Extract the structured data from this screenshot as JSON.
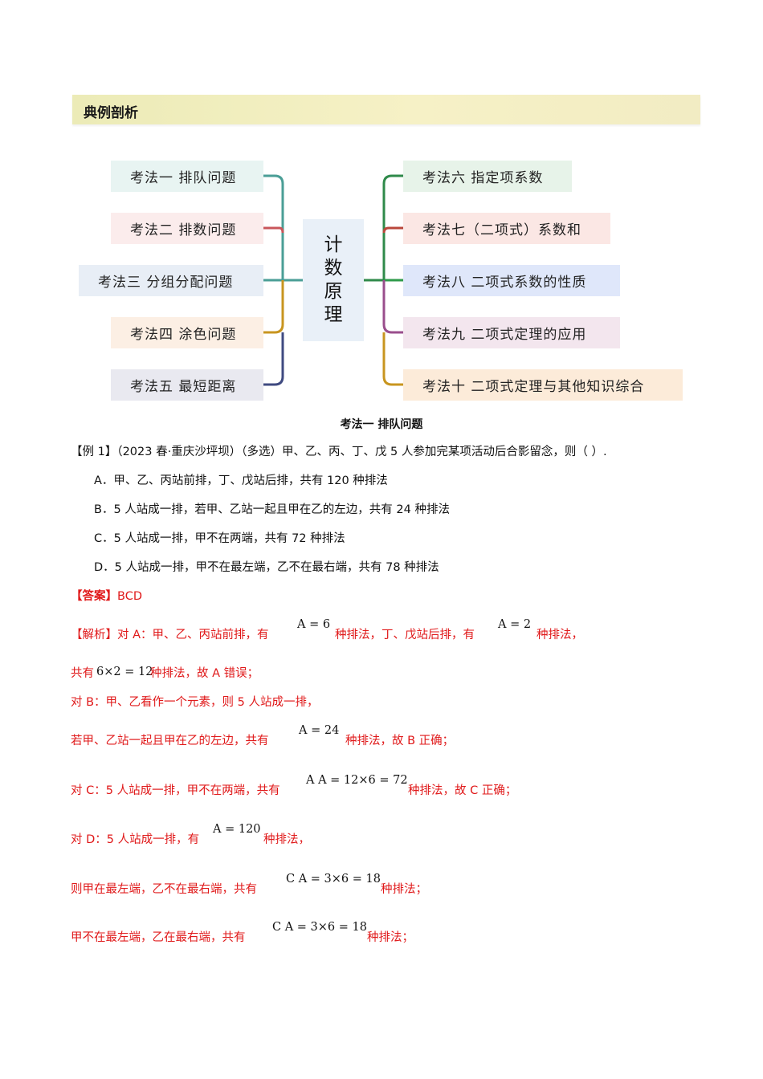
{
  "banner": {
    "title": "典例剖析"
  },
  "mindmap": {
    "center": [
      "计",
      "数",
      "原",
      "理"
    ],
    "left": [
      {
        "label": "考法一  排队问题",
        "bg": "#e8f4f2",
        "line": "#4a9e96"
      },
      {
        "label": "考法二  排数问题",
        "bg": "#fbecec",
        "line": "#c9565b"
      },
      {
        "label": "考法三  分组分配问题",
        "bg": "#e8eef6",
        "line": "#4a9e96"
      },
      {
        "label": "考法四  涂色问题",
        "bg": "#fcefe4",
        "line": "#c8951f"
      },
      {
        "label": "考法五  最短距离",
        "bg": "#e9e9f0",
        "line": "#3f4a80"
      }
    ],
    "right": [
      {
        "label": "考法六  指定项系数",
        "bg": "#e7f3e9",
        "line": "#2f8a4a"
      },
      {
        "label": "考法七（二项式）系数和",
        "bg": "#fbe7e4",
        "line": "#b9473b"
      },
      {
        "label": "考法八  二项式系数的性质",
        "bg": "#dfe7fa",
        "line": "#2e9a4a"
      },
      {
        "label": "考法九  二项式定理的应用",
        "bg": "#f3e6ee",
        "line": "#9a4e8c"
      },
      {
        "label": "考法十  二项式定理与其他知识综合",
        "bg": "#fcebd9",
        "line": "#c8951f"
      }
    ]
  },
  "section_title": "考法一  排队问题",
  "example": {
    "stem": "【例 1】（2023 春·重庆沙坪坝）（多选）甲、乙、丙、丁、戊 5 人参加完某项活动后合影留念，则（      ）.",
    "options": [
      "A．甲、乙、丙站前排，丁、戊站后排，共有 120 种排法",
      "B．5 人站成一排，若甲、乙站一起且甲在乙的左边，共有 24 种排法",
      "C．5 人站成一排，甲不在两端，共有 72 种排法",
      "D．5 人站成一排，甲不在最左端，乙不在最右端，共有 78 种排法"
    ]
  },
  "answer": {
    "label": "【答案】",
    "value": "BCD"
  },
  "analysis": {
    "l1_a": "【解析】对 A：甲、乙、丙站前排，有",
    "l1_m1": "A = 6",
    "l1_b": "种排法，丁、戊站后排，有",
    "l1_m2": "A = 2",
    "l1_c": "种排法，",
    "l2_a": "共有",
    "l2_m": "6×2 = 12",
    "l2_b": "种排法，故 A 错误；",
    "l3": "对 B：甲、乙看作一个元素，则 5 人站成一排，",
    "l4_a": "若甲、乙站一起且甲在乙的左边，共有",
    "l4_m": "A = 24",
    "l4_b": "种排法，故 B 正确；",
    "l5_a": "对 C：5 人站成一排，甲不在两端，共有",
    "l5_m": "A A = 12×6 = 72",
    "l5_b": "种排法，故 C 正确；",
    "l6_a": "对 D：5 人站成一排，有",
    "l6_m": "A = 120",
    "l6_b": "种排法，",
    "l7_a": "则甲在最左端，乙不在最右端，共有",
    "l7_m": "C A = 3×6 = 18",
    "l7_b": "种排法；",
    "l8_a": "甲不在最左端，乙在最右端，共有",
    "l8_m": "C A = 3×6 = 18",
    "l8_b": "种排法；"
  }
}
